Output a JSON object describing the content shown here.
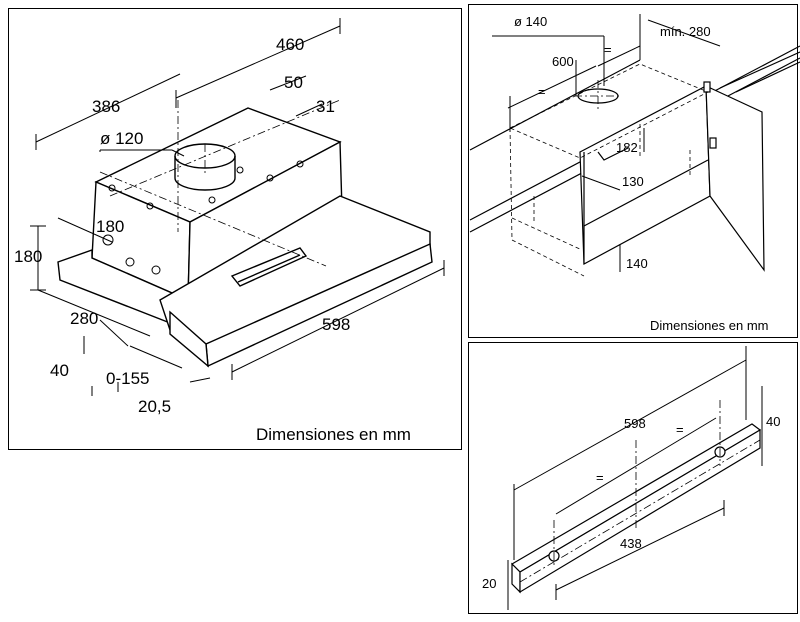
{
  "panels": {
    "hood": {
      "caption": "Dimensiones en mm",
      "dims": {
        "w460": "460",
        "w386": "386",
        "w50": "50",
        "w31": "31",
        "dia120": "ø 120",
        "d180a": "180",
        "h180": "180",
        "d280": "280",
        "h40": "40",
        "ext": "0-155",
        "w598": "598",
        "f205": "20,5"
      }
    },
    "cabinet": {
      "caption": "Dimensiones en mm",
      "dims": {
        "dia140": "ø 140",
        "min280": "mín. 280",
        "w600": "600",
        "eq1": "=",
        "eq2": "=",
        "d182": "182",
        "d130": "130",
        "h140": "140"
      }
    },
    "front": {
      "dims": {
        "w598": "598",
        "h40": "40",
        "eq1": "=",
        "eq2": "=",
        "w438": "438",
        "h20": "20"
      }
    }
  }
}
